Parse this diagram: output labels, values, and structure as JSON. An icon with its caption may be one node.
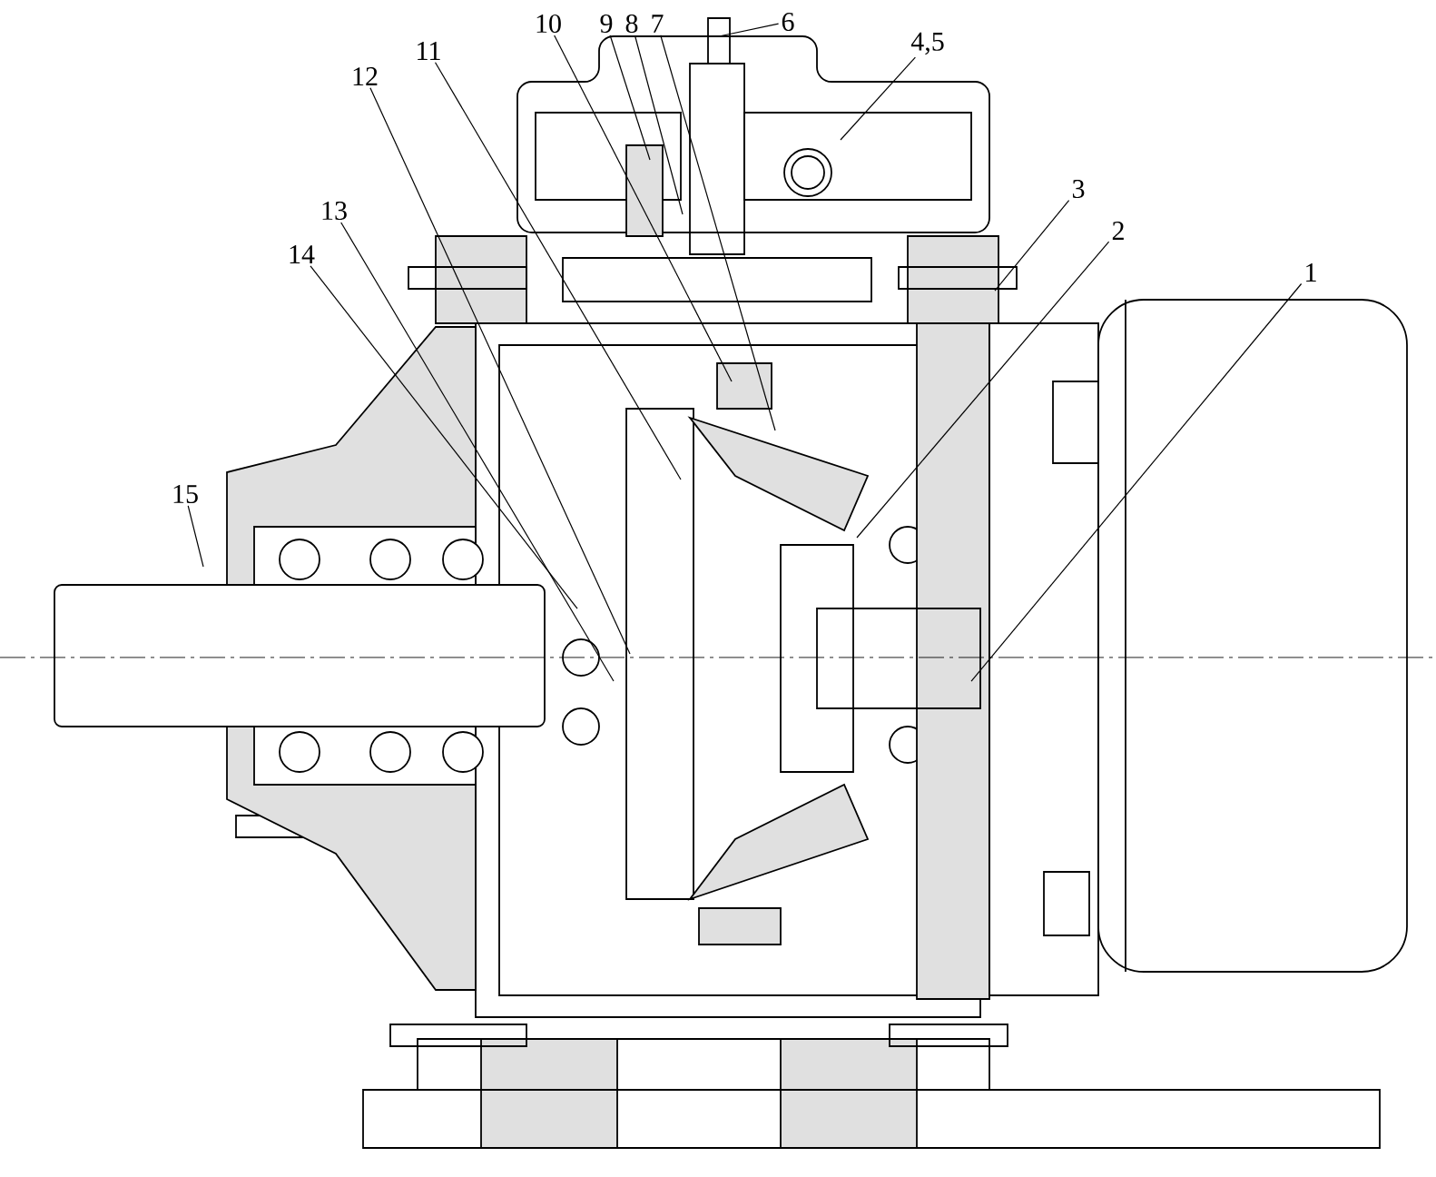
{
  "diagram": {
    "nodes": [
      {
        "text": [
          "1"
        ]
      },
      {
        "text": [
          "2"
        ]
      },
      {
        "text": [
          "3"
        ]
      },
      {
        "text": [
          "4,5"
        ]
      },
      {
        "text": [
          "6"
        ]
      },
      {
        "text": [
          "7"
        ]
      },
      {
        "text": [
          "8"
        ]
      },
      {
        "text": [
          "9"
        ]
      },
      {
        "text": [
          "10"
        ]
      },
      {
        "text": [
          "11"
        ]
      },
      {
        "text": [
          "12"
        ]
      },
      {
        "text": [
          "13"
        ]
      },
      {
        "text": [
          "14"
        ]
      },
      {
        "text": [
          "15"
        ]
      }
    ],
    "edges": [
      {
        "from": 0,
        "to": null,
        "arrow": "none"
      },
      {
        "from": 1,
        "to": null,
        "arrow": "none"
      },
      {
        "from": 2,
        "to": null,
        "arrow": "none"
      },
      {
        "from": 3,
        "to": null,
        "arrow": "none"
      },
      {
        "from": 4,
        "to": null,
        "arrow": "none"
      },
      {
        "from": 5,
        "to": null,
        "arrow": "none"
      },
      {
        "from": 6,
        "to": null,
        "arrow": "none"
      },
      {
        "from": 7,
        "to": null,
        "arrow": "none"
      },
      {
        "from": 8,
        "to": null,
        "arrow": "none"
      },
      {
        "from": 9,
        "to": null,
        "arrow": "none"
      },
      {
        "from": 10,
        "to": null,
        "arrow": "none"
      },
      {
        "from": 11,
        "to": null,
        "arrow": "none"
      },
      {
        "from": 12,
        "to": null,
        "arrow": "none"
      },
      {
        "from": 13,
        "to": null,
        "arrow": "none"
      }
    ]
  }
}
